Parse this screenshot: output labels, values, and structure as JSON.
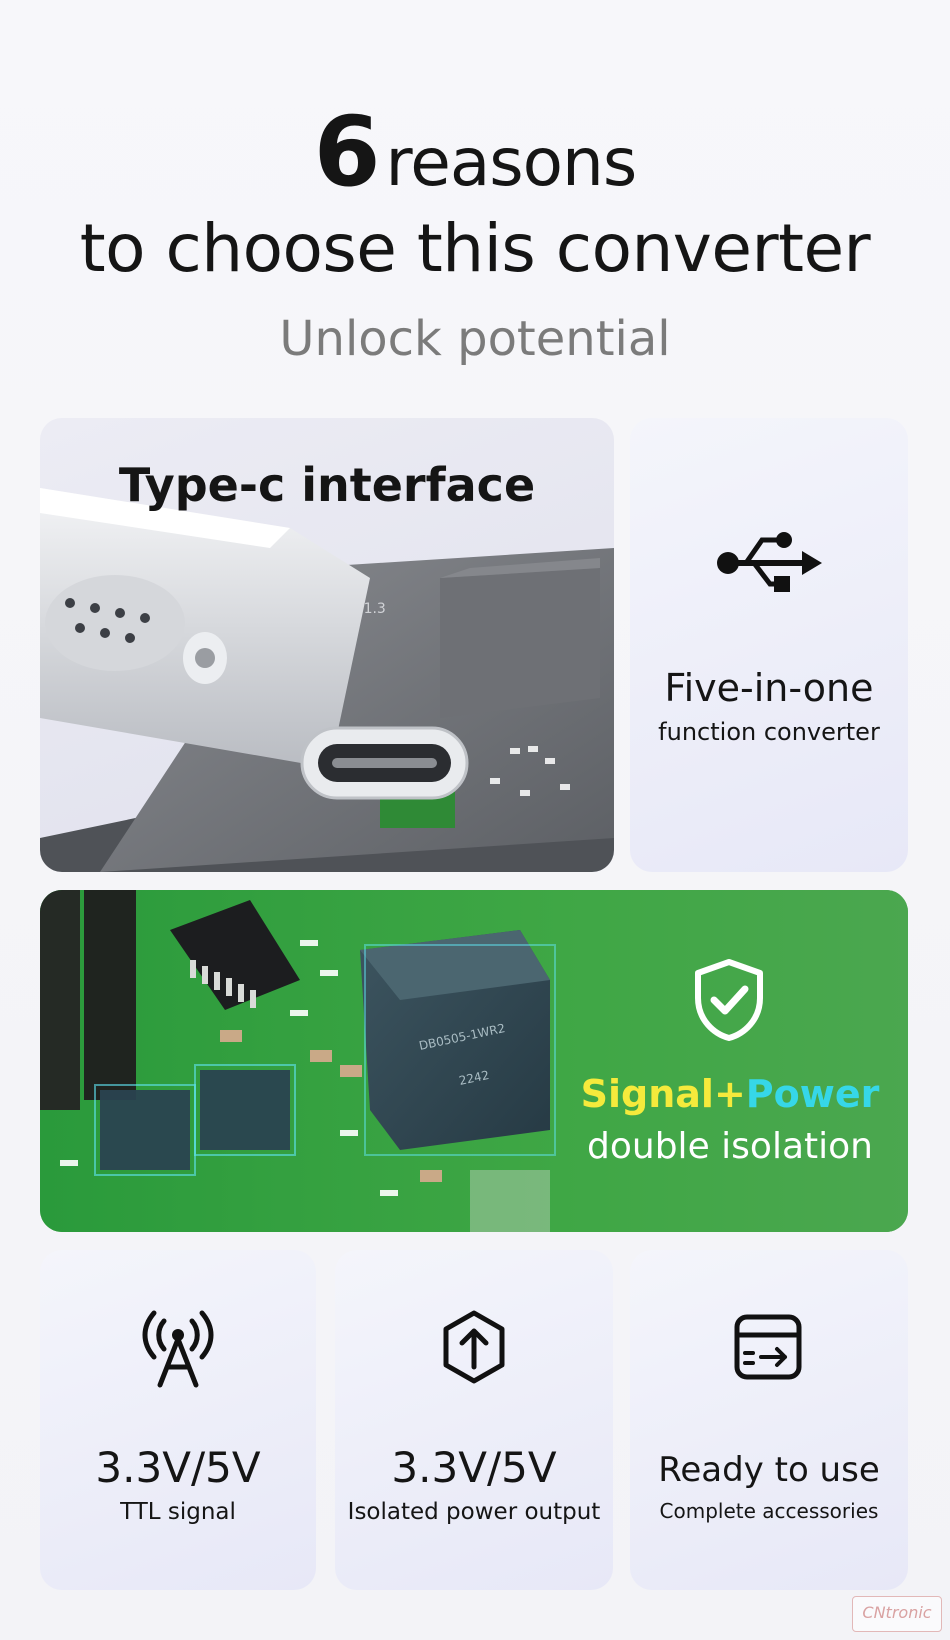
{
  "headline": {
    "number": "6",
    "line1_rest": "reasons",
    "line2": "to choose this converter",
    "subtitle": "Unlock potential"
  },
  "cards": {
    "typec": {
      "title": "Type-c interface"
    },
    "five_in_one": {
      "title": "Five-in-one",
      "subtitle": "function converter",
      "icon": "usb-icon"
    },
    "isolation": {
      "word_signal": "Signal",
      "plus": "+",
      "word_power": "Power",
      "line2": "double isolation",
      "icon": "shield-check-icon",
      "colors": {
        "signal": "#f5ea3c",
        "power": "#36d7e8",
        "background": "#3f9f45"
      }
    },
    "ttl": {
      "title": "3.3V/5V",
      "subtitle": "TTL signal",
      "icon": "antenna-icon"
    },
    "power_output": {
      "title": "3.3V/5V",
      "subtitle": "Isolated power output",
      "icon": "box-upload-icon"
    },
    "ready": {
      "title": "Ready to use",
      "subtitle": "Complete accessories",
      "icon": "package-arrow-icon"
    }
  },
  "pcb_text": {
    "version": "—V1.3",
    "chip": "DB0505-1WR2",
    "code": "2242"
  },
  "watermark": "CNtronic"
}
